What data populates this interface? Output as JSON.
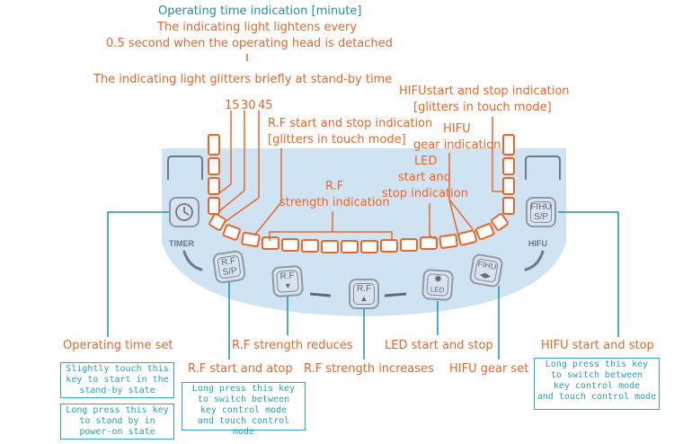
{
  "annotations": {
    "operating_time_indication": "Operating time indication [minute]",
    "light_every_half_second_1": "The indicating light lightens every",
    "light_every_half_second_2": "0.5 second when the operating head is detached",
    "glitters_standby": "The indicating light glitters briefly at stand-by time",
    "minutes_15": "15",
    "minutes_30": "30",
    "minutes_45": "45",
    "rf_start_stop_indication_1": "R.F start and stop indication",
    "rf_start_stop_indication_2": "[glitters in touch mode]",
    "rf_strength_indication_1": "R.F",
    "rf_strength_indication_2": "strength indication",
    "hifu_start_stop_indication_1": "HIFUstart and stop indication",
    "hifu_start_stop_indication_2": "[glitters in touch mode]",
    "hifu_gear_indication_1": "HIFU",
    "hifu_gear_indication_2": "gear indication",
    "led_start_stop_indication_1": "LED",
    "led_start_stop_indication_2": "start and",
    "led_start_stop_indication_3": "stop indication"
  },
  "panel_labels": {
    "timer": "TIMER",
    "hifu": "HIFU"
  },
  "buttons": {
    "timer": "",
    "hifu_sp_top": "FIHU",
    "hifu_sp_bottom": "S/P",
    "rf_sp_top": "R.F",
    "rf_sp_bottom": "S/P",
    "rf_down_top": "R.F",
    "rf_down_arrow": "▼",
    "rf_up_top": "R.F",
    "rf_up_arrow": "▲",
    "led_symbol": "✸",
    "led_label": "LED",
    "hifu_gear_top": "FIHU",
    "hifu_gear_arrows": "◀▶"
  },
  "functions": {
    "operating_time_set": "Operating time set",
    "rf_start_stop": "R.F start and atop",
    "rf_strength_reduces": "R.F strength reduces",
    "rf_strength_increases": "R.F strength increases",
    "led_start_stop": "LED start and stop",
    "hifu_gear_set": "HIFU gear set",
    "hifu_start_stop": "HIFU start and stop"
  },
  "notes": {
    "timer_short_1": "Slightly touch this",
    "timer_short_2": "key to start in the",
    "timer_short_3": "stand-by state",
    "timer_long_1": "Long press this key",
    "timer_long_2": "to stand by in",
    "timer_long_3": "power-on state",
    "rf_long_1": "Long press this key",
    "rf_long_2": "to switch between",
    "rf_long_3": "key control mode",
    "rf_long_4": "and touch control mode",
    "hifu_long_1": "Long press this key",
    "hifu_long_2": "to switch between",
    "hifu_long_3": "key control mode",
    "hifu_long_4": "and touch control mode"
  },
  "colors": {
    "orange": "#e8672a",
    "teal": "#1e93a5",
    "panel": "#cfe3f3",
    "note_border": "#35a7c4"
  }
}
